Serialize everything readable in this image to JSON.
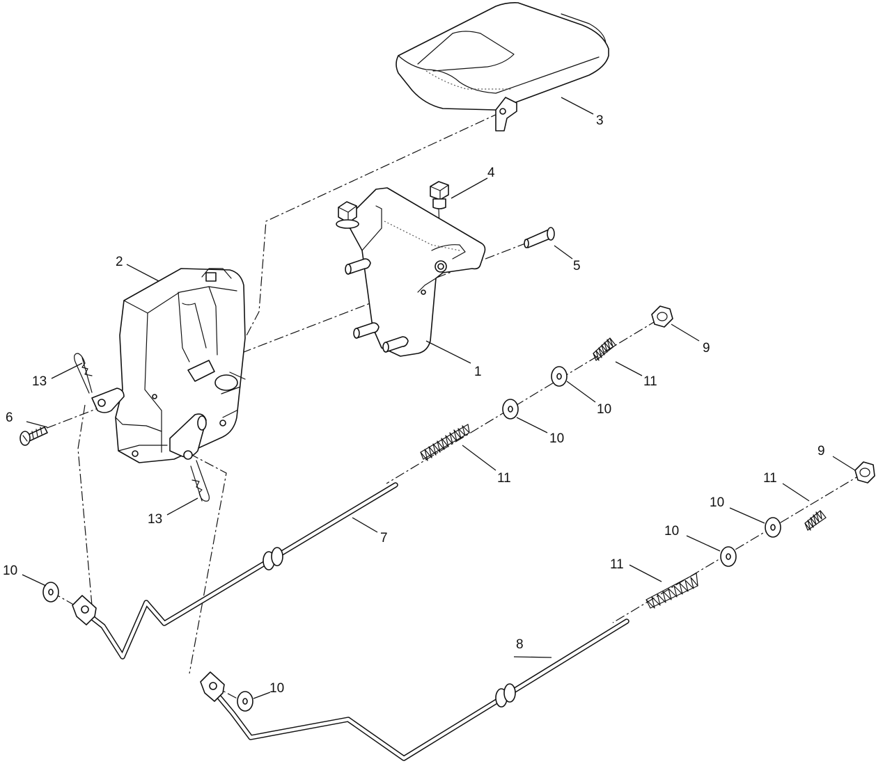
{
  "callouts": {
    "pedal_bracket": "1",
    "control_unit": "2",
    "pedal_pad": "3",
    "bolt": "4",
    "pin": "5",
    "screw": "6",
    "rod_upper": "7",
    "rod_lower": "8",
    "nut_upper": "9",
    "nut_lower": "9",
    "washer_u1": "10",
    "washer_u2": "10",
    "washer_left": "10",
    "washer_bottom": "10",
    "washer_l1": "10",
    "washer_l2": "10",
    "spring_u_small": "11",
    "spring_u_large": "11",
    "spring_l_small": "11",
    "spring_l_large": "11",
    "clip_upper": "13",
    "clip_lower": "13"
  }
}
